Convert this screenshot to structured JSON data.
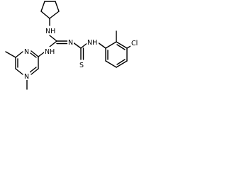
{
  "molecule": {
    "atoms": {
      "nh_top": "NH",
      "n_imine": "N",
      "nh_right": "NH",
      "s": "S",
      "nh_bottom": "NH",
      "n_pyr_top": "N",
      "n_pyr_bottom": "N",
      "cl": "Cl"
    }
  }
}
